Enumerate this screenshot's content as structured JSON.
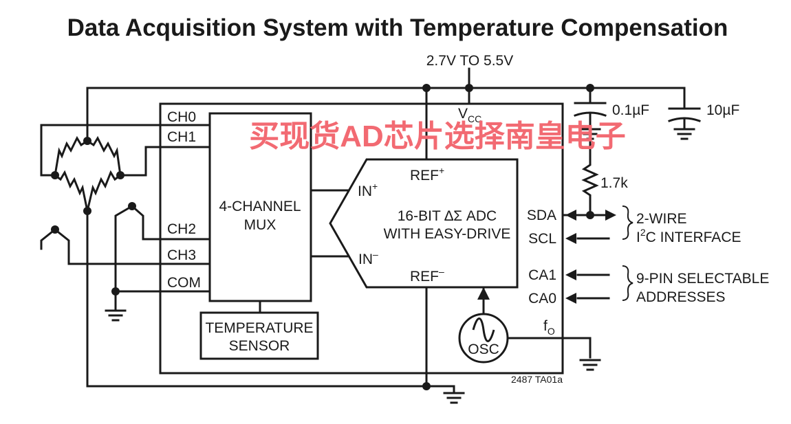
{
  "title": "Data Acquisition System with Temperature Compensation",
  "supply": "2.7V TO 5.5V",
  "vcc": {
    "main": "V",
    "sub": "CC"
  },
  "mux": {
    "name_line1": "4-CHANNEL",
    "name_line2": "MUX",
    "ch0": "CH0",
    "ch1": "CH1",
    "ch2": "CH2",
    "ch3": "CH3",
    "com": "COM"
  },
  "temp_sensor": {
    "line1": "TEMPERATURE",
    "line2": "SENSOR"
  },
  "adc": {
    "line1": "16-BIT ∆Σ ADC",
    "line2": "WITH EASY-DRIVE",
    "in_plus": "IN",
    "in_plus_sup": "+",
    "in_minus": "IN",
    "in_minus_sup": "–",
    "ref_plus": "REF",
    "ref_plus_sup": "+",
    "ref_minus": "REF",
    "ref_minus_sup": "–"
  },
  "osc": "OSC",
  "capacitors": {
    "small": "0.1µF",
    "large": "10µF"
  },
  "resistor": "1.7k",
  "pins": {
    "sda": "SDA",
    "scl": "SCL",
    "ca1": "CA1",
    "ca0": "CA0",
    "f0_main": "f",
    "f0_sub": "O"
  },
  "interfaces": {
    "i2c_line1": "2-WIRE",
    "i2c_line2_a": "I",
    "i2c_line2_sup": "2",
    "i2c_line2_b": "C INTERFACE",
    "addr_line1": "9-PIN SELECTABLE",
    "addr_line2": "ADDRESSES"
  },
  "figure_id": "2487 TA01a",
  "watermark": "买现货AD芯片选择南皇电子"
}
